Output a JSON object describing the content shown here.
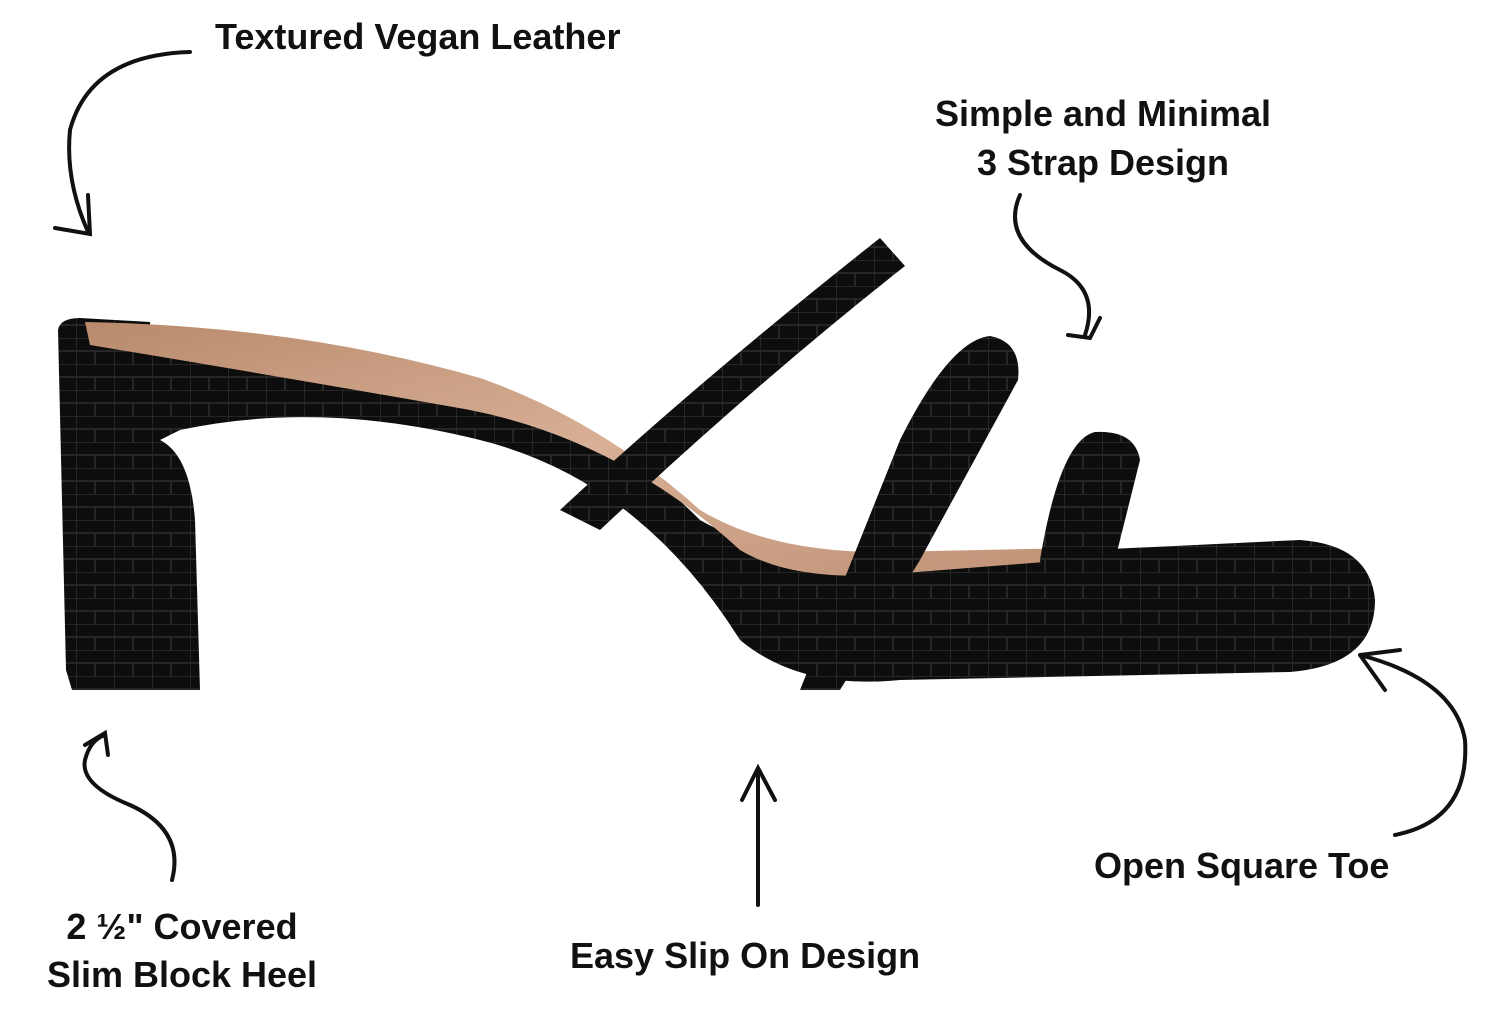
{
  "annotations": {
    "material": "Textured Vegan Leather",
    "straps_line1": "Simple and Minimal",
    "straps_line2": "3 Strap Design",
    "toe": "Open Square Toe",
    "slip_on": "Easy Slip On Design",
    "heel_line1": "2 ½\" Covered",
    "heel_line2": "Slim Block Heel"
  },
  "colors": {
    "leather": "#0d0d0d",
    "insole": "#c79a7e",
    "text": "#111111"
  }
}
